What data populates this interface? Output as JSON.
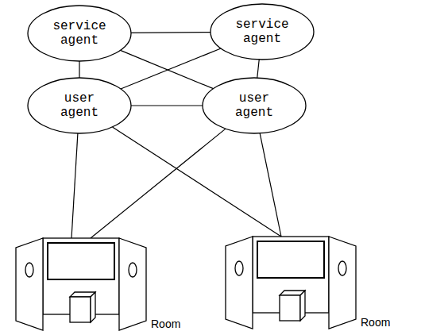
{
  "diagram": {
    "nodes": [
      {
        "text": [
          "service agent"
        ]
      },
      {
        "text": [
          "service agent"
        ]
      },
      {
        "text": [
          "user agent"
        ]
      },
      {
        "text": [
          "user agent"
        ]
      },
      {
        "text": [
          "Room"
        ]
      },
      {
        "text": [
          "Room"
        ]
      }
    ],
    "edges": [
      {
        "from": 0,
        "to": 1,
        "arrow": "none"
      },
      {
        "from": 0,
        "to": 2,
        "arrow": "none"
      },
      {
        "from": 0,
        "to": 3,
        "arrow": "none"
      },
      {
        "from": 1,
        "to": 2,
        "arrow": "none"
      },
      {
        "from": 1,
        "to": 3,
        "arrow": "none"
      },
      {
        "from": 2,
        "to": 3,
        "arrow": "none"
      },
      {
        "from": 2,
        "to": 4,
        "arrow": "none"
      },
      {
        "from": 2,
        "to": 5,
        "arrow": "none"
      },
      {
        "from": 3,
        "to": 4,
        "arrow": "none"
      },
      {
        "from": 3,
        "to": 5,
        "arrow": "none"
      }
    ]
  }
}
